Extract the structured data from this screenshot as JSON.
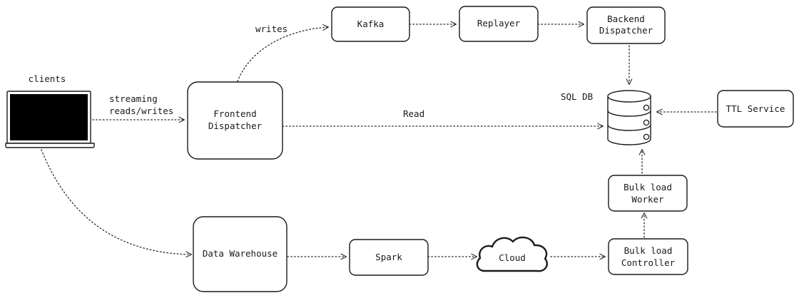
{
  "diagram": {
    "labels": {
      "clients": "clients",
      "streaming_line1": "streaming",
      "streaming_line2": "reads/writes",
      "writes": "writes",
      "read": "Read",
      "sql_db": "SQL DB"
    },
    "nodes": {
      "kafka": "Kafka",
      "replayer": "Replayer",
      "backend_line1": "Backend",
      "backend_line2": "Dispatcher",
      "frontend_line1": "Frontend",
      "frontend_line2": "Dispatcher",
      "ttl_service": "TTL Service",
      "bulk_worker_line1": "Bulk load",
      "bulk_worker_line2": "Worker",
      "data_warehouse": "Data Warehouse",
      "spark": "Spark",
      "cloud": "Cloud",
      "bulk_controller_line1": "Bulk load",
      "bulk_controller_line2": "Controller"
    },
    "colors": {
      "ink": "#1a1a1a",
      "screen": "#000000",
      "background": "#ffffff"
    },
    "icons": {
      "laptop": "laptop-icon",
      "database": "database-icon",
      "cloud": "cloud-icon"
    }
  }
}
